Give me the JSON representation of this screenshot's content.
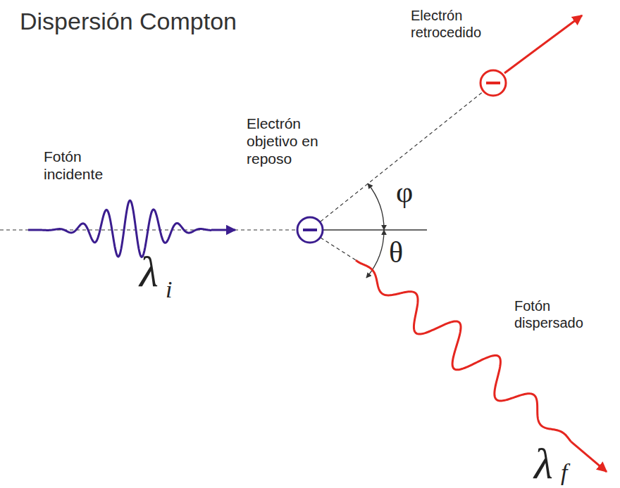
{
  "diagram": {
    "title": "Dispersión Compton",
    "labels": [
      "Electrón retrocedido",
      "Electrón objetivo en reposo",
      "Fotón incidente",
      "Fotón dispersado",
      "φ",
      "θ",
      "λ",
      "i",
      "λ",
      "f"
    ]
  }
}
